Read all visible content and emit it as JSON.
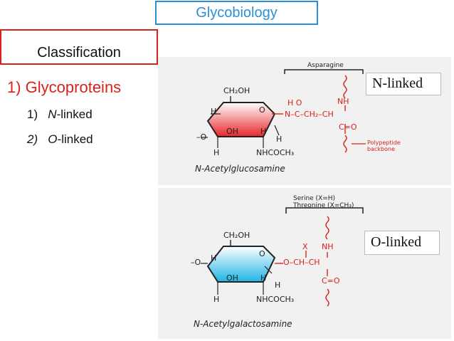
{
  "header": {
    "title": "Glycobiology"
  },
  "outline": {
    "section": "Classification",
    "heading": "1) Glycoproteins",
    "items": [
      {
        "num": "1)",
        "italic": "N",
        "rest": "-linked"
      },
      {
        "num": "2)",
        "italic": "O",
        "rest": "-linked"
      }
    ]
  },
  "n_linked": {
    "bracket_label": "Asparagine",
    "box_label": "N-linked",
    "ring_top": "CH₂OH",
    "ring_oh": "OH",
    "h": "H",
    "nhcoch3": "NHCOCH₃",
    "link_text": "H  O",
    "chain": "N–C–CH₂–CH",
    "nh": "NH",
    "co": "C=O",
    "side_note": "Polypeptide backbone",
    "caption": "N-Acetylglucosamine",
    "o_left": "–O"
  },
  "o_linked": {
    "bracket_label_1": "Serine (X=H)",
    "bracket_label_2": "Threonine (X=CH₃)",
    "box_label": "O-linked",
    "ring_top": "CH₂OH",
    "ring_oh": "OH",
    "h": "H",
    "nhcoch3": "NHCOCH₃",
    "x": "X",
    "nh": "NH",
    "chain": "O–CH–CH",
    "co": "C=O",
    "caption": "N-Acetylgalactosamine",
    "o_left": "–O"
  }
}
